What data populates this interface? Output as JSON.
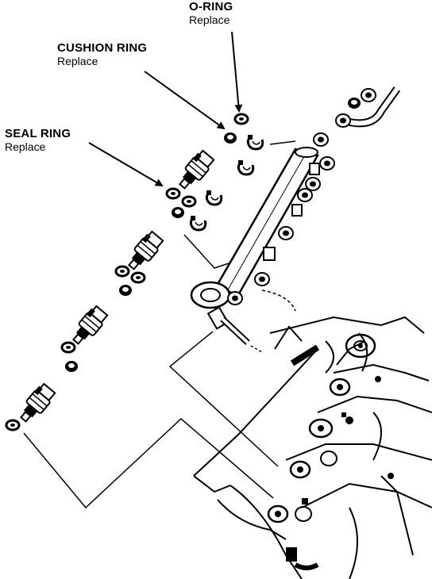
{
  "callouts": {
    "o_ring": {
      "name": "O-RING",
      "action": "Replace"
    },
    "cushion_ring": {
      "name": "CUSHION RING",
      "action": "Replace"
    },
    "seal_ring": {
      "name": "SEAL RING",
      "action": "Replace"
    }
  },
  "colors": {
    "ink": "#000000",
    "paper": "#ffffff"
  }
}
